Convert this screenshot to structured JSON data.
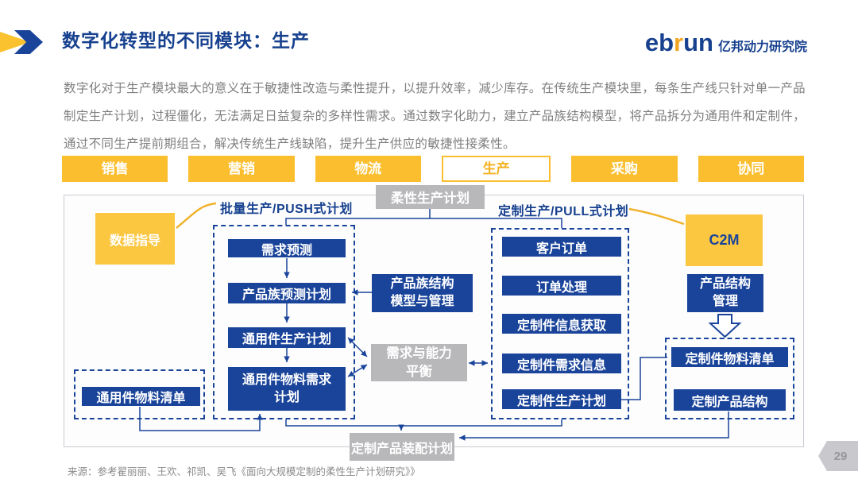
{
  "header": {
    "title": "数字化转型的不同模块：生产",
    "logo": {
      "part1": "eb",
      "accent": "r",
      "part2": "un",
      "suffix": "亿邦动力研究院"
    }
  },
  "intro": "数字化对于生产模块最大的意义在于敏捷性改造与柔性提升，以提升效率，减少库存。在传统生产模块里，每条生产线只针对单一产品制定生产计划，过程僵化，无法满足日益复杂的多样性需求。通过数字化助力，建立产品族结构模型，将产品拆分为通用件和定制件，通过不同生产提前期组合，解决传统生产线缺陷，提升生产供应的敏捷性接柔性。",
  "tabs": {
    "items": [
      {
        "label": "销售",
        "active": false
      },
      {
        "label": "营销",
        "active": false
      },
      {
        "label": "物流",
        "active": false
      },
      {
        "label": "生产",
        "active": true
      },
      {
        "label": "采购",
        "active": false
      },
      {
        "label": "协同",
        "active": false
      }
    ]
  },
  "diagram": {
    "flexible_plan_label": "柔性生产计划",
    "push_section_label": "批量生产/PUSH式计划",
    "pull_section_label": "定制生产/PULL式计划",
    "data_guidance_label": "数据指导",
    "c2m_label": "C2M",
    "push_steps": [
      "需求预测",
      "产品族预测计划",
      "通用件生产计划",
      "通用件物料需求\n计划"
    ],
    "pull_steps": [
      "客户订单",
      "订单处理",
      "定制件信息获取",
      "定制件需求信息",
      "定制件生产计划"
    ],
    "product_family_model_label": "产品族结构\n模型与管理",
    "demand_capacity_label": "需求与能力\n平衡",
    "product_structure_label": "产品结构\n管理",
    "custom_bom_label": "定制件物料清单",
    "custom_structure_label": "定制产品结构",
    "common_bom_label": "通用件物料清单",
    "assembly_plan_label": "定制产品装配计划"
  },
  "footer": {
    "source": "来源：参考翟丽丽、王欢、祁凯、吴飞《面向大规模定制的柔性生产计划研究》》",
    "page_number": "29"
  },
  "colors": {
    "navy_text": "#17418F",
    "navy_box": "#1A449A",
    "yellow": "#FBBE2E",
    "gray_box": "#B8B8BB"
  }
}
